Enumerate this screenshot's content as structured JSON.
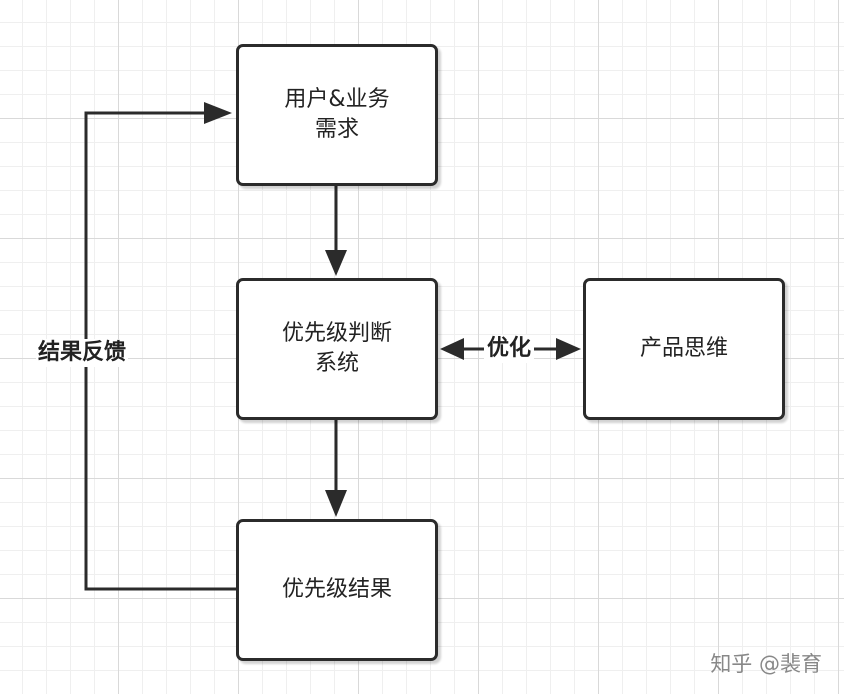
{
  "nodes": {
    "user_demand": {
      "line1": "用户&业务",
      "line2": "需求"
    },
    "priority_system": {
      "line1": "优先级判断",
      "line2": "系统"
    },
    "priority_result": {
      "line1": "优先级结果"
    },
    "product_thinking": {
      "line1": "产品思维"
    }
  },
  "edges": {
    "feedback_label": "结果反馈",
    "optimize_label": "优化"
  },
  "watermark": "知乎 @裴育",
  "colors": {
    "line": "#2b2b2b",
    "border": "#2b2b2b",
    "grid": "#d9d9d9"
  }
}
